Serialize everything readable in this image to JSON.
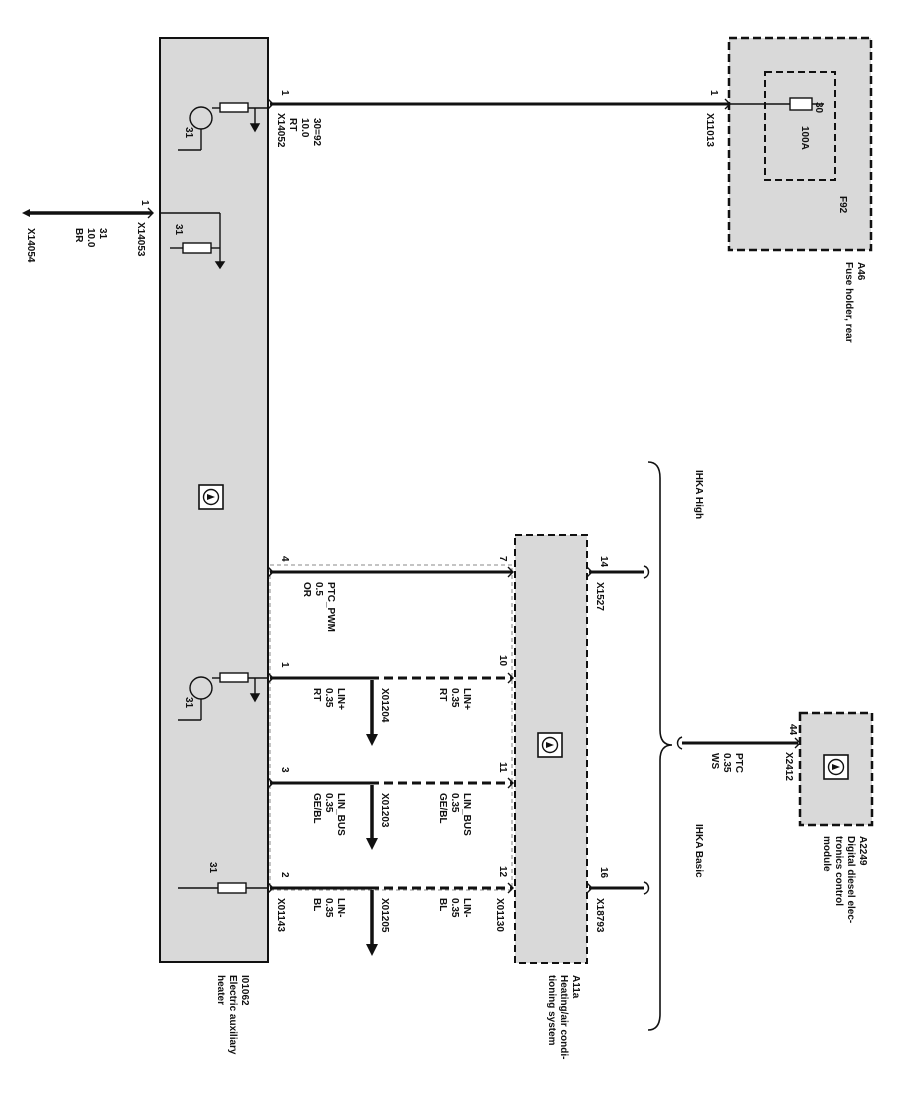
{
  "colors": {
    "box_fill": "#d9d9d9",
    "line": "#111111",
    "background": "#ffffff"
  },
  "components": {
    "heater": {
      "id": "I01062",
      "name_lines": [
        "Electric auxiliary",
        "heater"
      ]
    },
    "hvac": {
      "id": "A11a",
      "name_lines": [
        "Heating/air condi-",
        "tioning system"
      ]
    },
    "fuse_holder": {
      "id": "A46",
      "name_lines": [
        "Fuse holder, rear"
      ],
      "fuse_id": "F92",
      "fuse_pin": "30",
      "fuse_rating": "100A"
    },
    "dde": {
      "id": "A2249",
      "name_lines": [
        "Digital diesel elec-",
        "tronics control",
        "module"
      ]
    }
  },
  "variants": {
    "high": "IHKA High",
    "basic": "IHKA Basic"
  },
  "wires": {
    "power": {
      "pin_left": "1",
      "connector_left": "X14052",
      "signal": "30=92",
      "size": "10.0",
      "color": "RT",
      "pin_right": "1",
      "connector_right": "X11013"
    },
    "ground": {
      "pin": "1",
      "connector": "X14053",
      "signal": "31",
      "size": "10.0",
      "color": "BR",
      "end_connector": "X14054"
    },
    "ptc_pwm": {
      "pin_heater": "4",
      "pin_hvac": "7",
      "signal": "PTC_PWM",
      "size": "0.5",
      "color": "OR"
    },
    "lin_plus": {
      "pin_heater": "1",
      "pin_hvac": "10",
      "signal": "LIN+",
      "size": "0.35",
      "color": "RT",
      "splice": "X01204"
    },
    "lin_bus": {
      "pin_heater": "3",
      "pin_hvac": "11",
      "signal": "LIN_BUS",
      "size": "0.35",
      "color": "GE/BL",
      "splice": "X01203"
    },
    "lin_minus": {
      "pin_heater": "2",
      "pin_hvac": "12",
      "pin_hvac_conn": "X01130",
      "connector_heater": "X01143",
      "signal": "LIN-",
      "size": "0.35",
      "color": "BL",
      "splice": "X01205"
    },
    "hvac_out_14": {
      "pin": "14",
      "connector": "X1527"
    },
    "hvac_out_16": {
      "pin": "16",
      "connector": "X18793"
    },
    "ptc_signal": {
      "pin": "44",
      "connector": "X2412",
      "signal": "PTC",
      "size": "0.35",
      "color": "WS"
    }
  },
  "ground_symbol": "31"
}
